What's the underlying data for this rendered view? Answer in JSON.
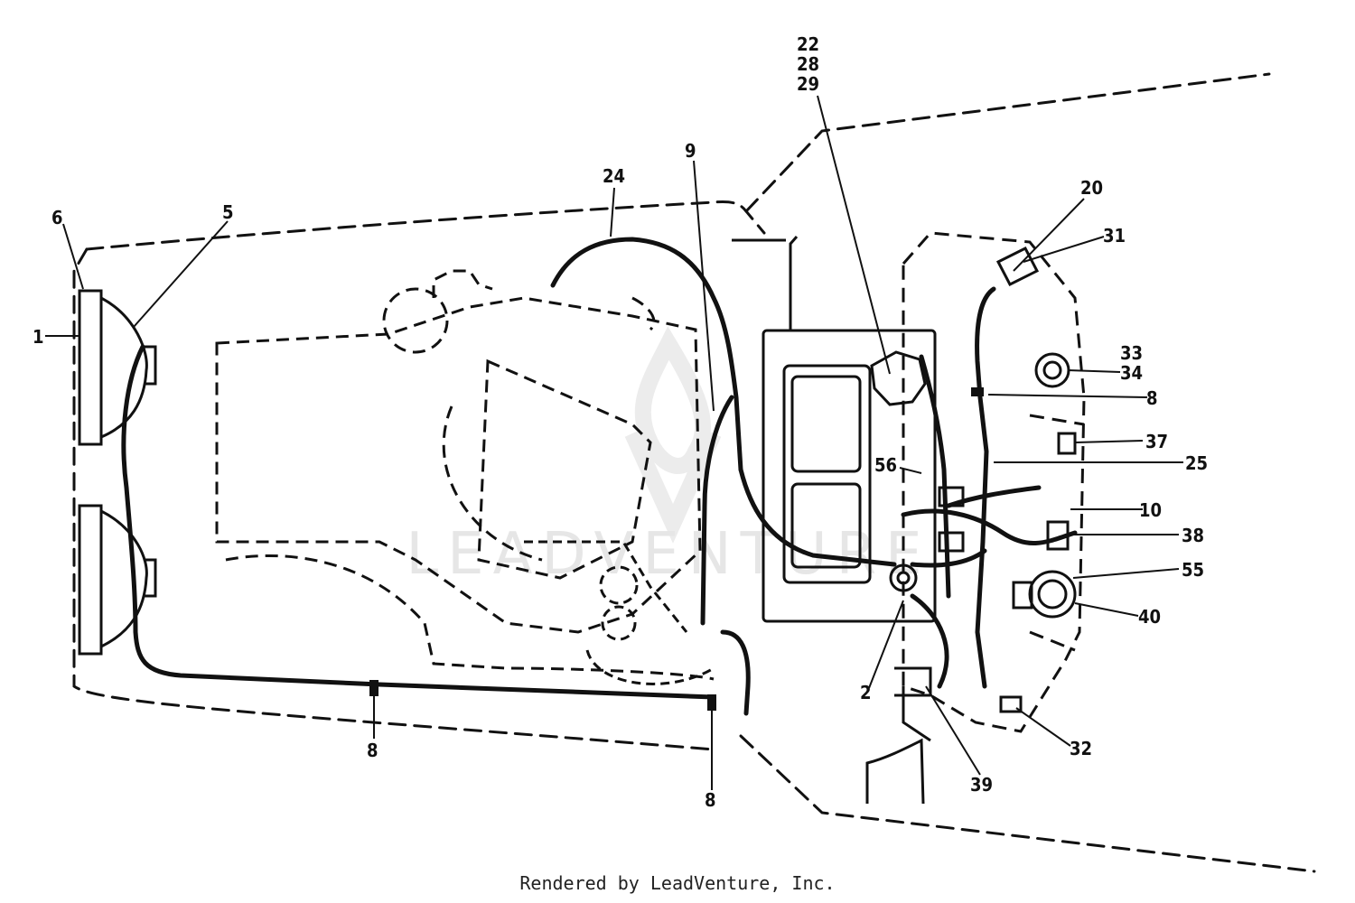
{
  "callouts": [
    "1",
    "2",
    "5",
    "6",
    "8",
    "8",
    "8",
    "9",
    "10",
    "20",
    "22",
    "28",
    "29",
    "24",
    "25",
    "31",
    "32",
    "33",
    "34",
    "37",
    "38",
    "39",
    "40",
    "55",
    "56"
  ],
  "footer": "Rendered by LeadVenture, Inc.",
  "watermark": "LEADVENTURE"
}
